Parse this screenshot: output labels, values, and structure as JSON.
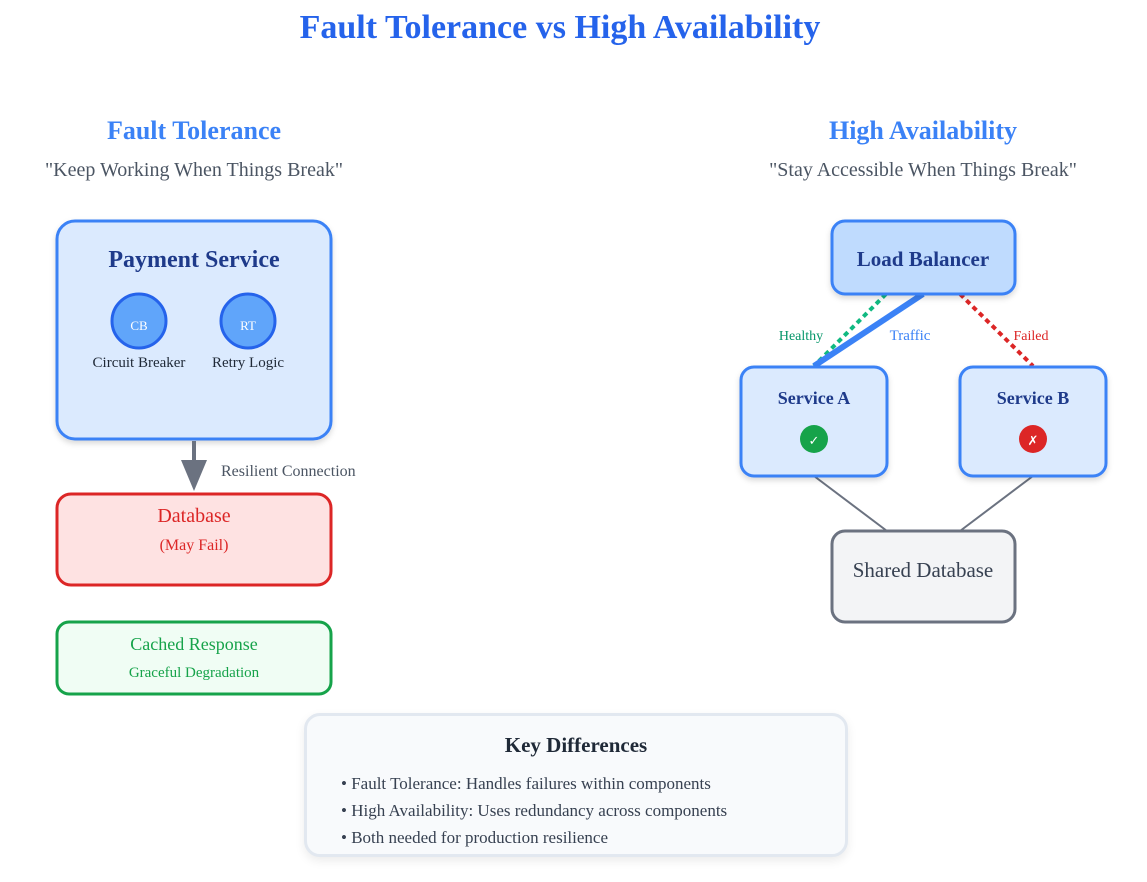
{
  "title": "Fault Tolerance vs High Availability",
  "fault_tolerance": {
    "heading": "Fault Tolerance",
    "subtitle": "\"Keep Working When Things Break\"",
    "service": {
      "name": "Payment Service",
      "components": [
        {
          "badge": "CB",
          "label": "Circuit Breaker"
        },
        {
          "badge": "RT",
          "label": "Retry Logic"
        }
      ]
    },
    "connection_label": "Resilient Connection",
    "database": {
      "name": "Database",
      "note": "(May Fail)"
    },
    "fallback": {
      "name": "Cached Response",
      "note": "Graceful Degradation"
    }
  },
  "high_availability": {
    "heading": "High Availability",
    "subtitle": "\"Stay Accessible When Things Break\"",
    "load_balancer": "Load Balancer",
    "links": {
      "healthy": "Healthy",
      "traffic": "Traffic",
      "failed": "Failed"
    },
    "service_a": {
      "name": "Service A",
      "status_glyph": "✓"
    },
    "service_b": {
      "name": "Service B",
      "status_glyph": "✗"
    },
    "shared_db": "Shared Database"
  },
  "key_differences": {
    "heading": "Key Differences",
    "items": [
      "Fault Tolerance: Handles failures within components",
      "High Availability: Uses redundancy across components",
      "Both needed for production resilience"
    ]
  },
  "colors": {
    "title_blue": "#2563eb",
    "heading_blue": "#3b82f6",
    "box_fill": "#dbeafe",
    "box_stroke": "#3b82f6",
    "danger": "#dc2626",
    "success": "#16a34a",
    "healthy_link": "#10b981",
    "neutral": "#6b7280"
  }
}
